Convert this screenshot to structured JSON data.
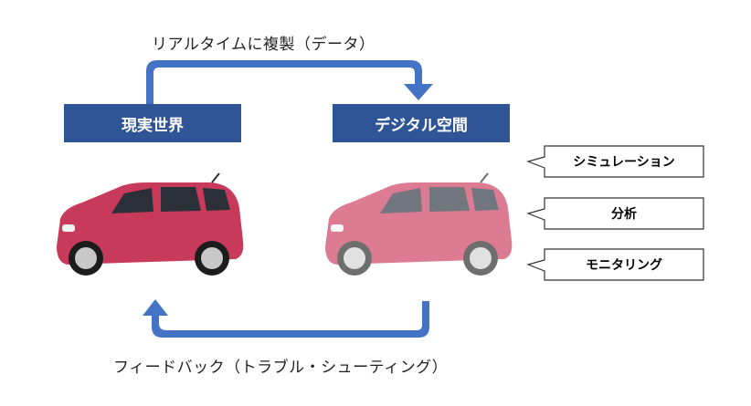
{
  "top_caption": "リアルタイムに複製（データ）",
  "bottom_caption": "フィードバック（トラブル・シューティング）",
  "real_world_label": "現実世界",
  "digital_space_label": "デジタル空間",
  "callouts": [
    "シミュレーション",
    "分析",
    "モニタリング"
  ],
  "colors": {
    "label_fill": "#2f5597",
    "arrow_fill": "#4472c4",
    "car_body": "#c83a5a",
    "car_body_digital": "#d86580"
  }
}
